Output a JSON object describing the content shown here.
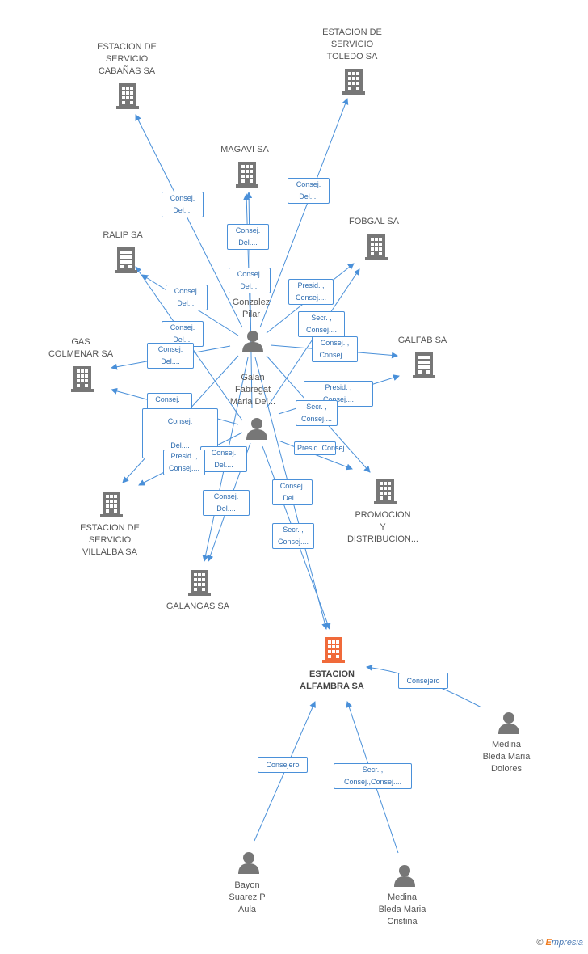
{
  "colors": {
    "edge": "#4a90d9",
    "company": "#777777",
    "main_company": "#f06a3a",
    "person": "#777777"
  },
  "main_company": {
    "label": "ESTACION\nALFAMBRA SA",
    "icon": "building-icon"
  },
  "companies": [
    {
      "id": "cabanas",
      "label": "ESTACION DE\nSERVICIO\nCABAÑAS SA"
    },
    {
      "id": "toledo",
      "label": "ESTACION DE\nSERVICIO\nTOLEDO SA"
    },
    {
      "id": "magavi",
      "label": "MAGAVI SA"
    },
    {
      "id": "ralip",
      "label": "RALIP SA"
    },
    {
      "id": "fobgal",
      "label": "FOBGAL SA"
    },
    {
      "id": "gascolmenar",
      "label": "GAS\nCOLMENAR SA"
    },
    {
      "id": "galfab",
      "label": "GALFAB SA"
    },
    {
      "id": "villalba",
      "label": "ESTACION DE\nSERVICIO\nVILLALBA SA"
    },
    {
      "id": "promocion",
      "label": "PROMOCION\nY\nDISTRIBUCION..."
    },
    {
      "id": "galangas",
      "label": "GALANGAS SA"
    }
  ],
  "persons": [
    {
      "id": "gonzalez",
      "label": "Gonzalez\nPilar"
    },
    {
      "id": "galan",
      "label": "Galan\nFabregat\nMaria Del..."
    },
    {
      "id": "medina_dolores",
      "label": "Medina\nBleda Maria\nDolores"
    },
    {
      "id": "bayon",
      "label": "Bayon\nSuarez P\nAula"
    },
    {
      "id": "medina_cristina",
      "label": "Medina\nBleda Maria\nCristina"
    }
  ],
  "edge_labels": [
    "Consej.\nDel....",
    "Consej.\nDel....",
    "Consej.\nDel....",
    "Consej.\nDel....",
    "Consej.\nDel....",
    "Presid. ,\nConsej....",
    "Consej.\nDel....",
    "Secr. ,\nConsej....",
    "Consej.\nDel....",
    "Consej. ,\nConsej....",
    "Presid. ,\nConsej....",
    "Consej. ,\nConsej....",
    "Secr. ,\nConsej....",
    "Consej.\nDel....",
    "Presid.,Consej....",
    "Consej.\nDel....",
    "Presid. ,\nConsej....",
    "Consej.\nDel....",
    "Consej.\nDel....",
    "Secr. ,\nConsej....",
    "Presid. ,\nConsej....",
    "Consej.\nDel....",
    "Consejero",
    "Consejero",
    "Secr. ,\nConsej.,Consej...."
  ],
  "credit": {
    "symbol": "©",
    "brand_e": "E",
    "brand_rest": "mpresia"
  }
}
